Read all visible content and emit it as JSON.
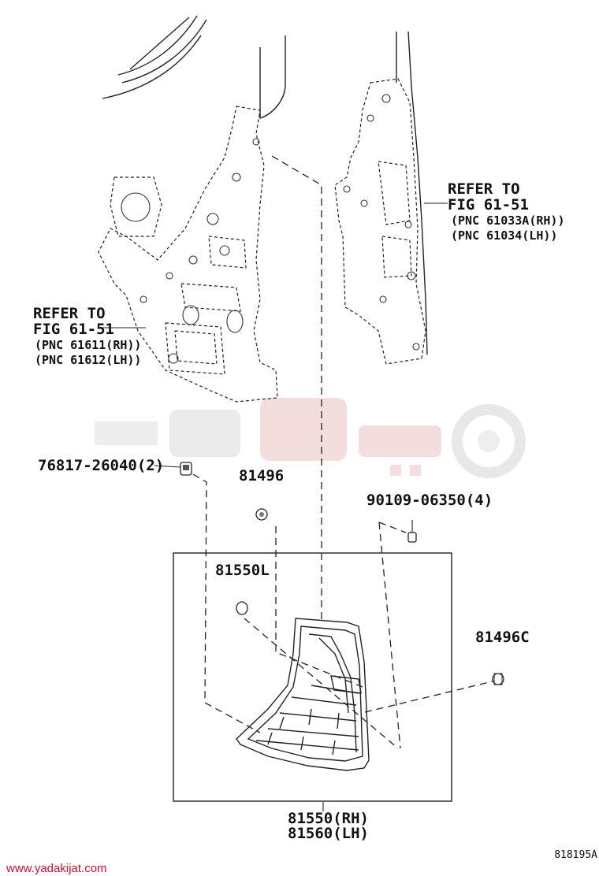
{
  "diagram": {
    "refs": [
      {
        "line1": "REFER TO",
        "line2": "FIG 61-51",
        "pnc1": "(PNC 61033A(RH))",
        "pnc2": "(PNC 61034(LH))"
      },
      {
        "line1": "REFER TO",
        "line2": "FIG 61-51",
        "pnc1": "(PNC 61611(RH))",
        "pnc2": "(PNC 61612(LH))"
      }
    ],
    "parts": {
      "clip": "76817-26040(2)",
      "nut_top": "81496",
      "screw": "90109-06350(4)",
      "gasket": "81550L",
      "nut_side": "81496C",
      "lamp_rh": "81550(RH)",
      "lamp_lh": "81560(LH)"
    },
    "figure_id": "818195A",
    "watermark_url": "www.yadakijat.com"
  }
}
